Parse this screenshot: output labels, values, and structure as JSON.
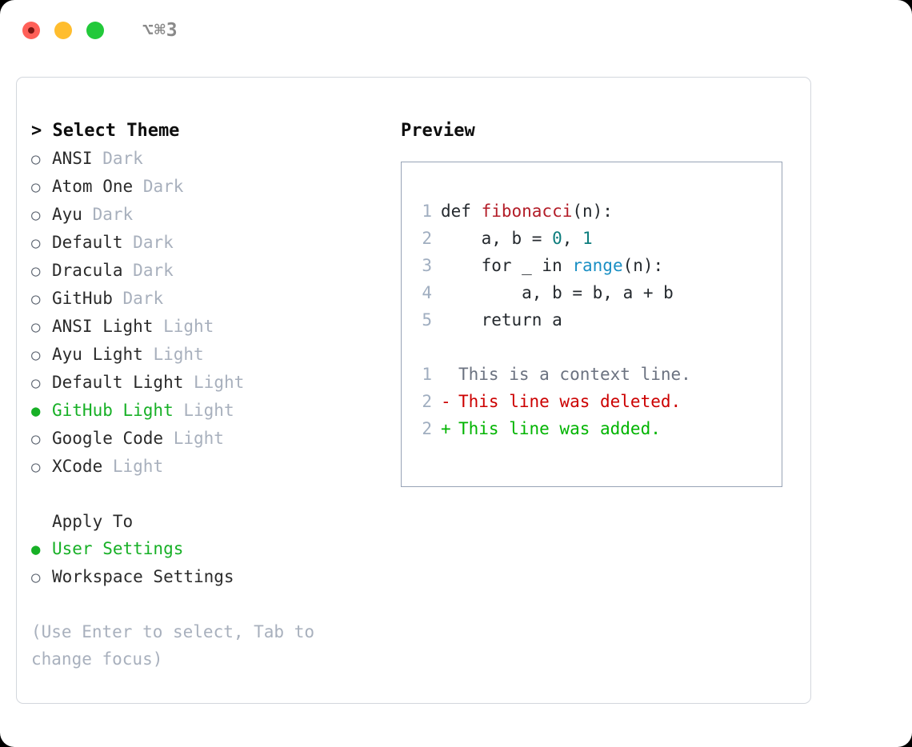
{
  "titlebar": {
    "shortcut": "⌥⌘3",
    "buttons": [
      "close",
      "minimize",
      "maximize"
    ]
  },
  "theme_picker": {
    "header": "> Select Theme",
    "items": [
      {
        "name": "ANSI",
        "variant": "Dark",
        "selected": false,
        "marker": "○"
      },
      {
        "name": "Atom One",
        "variant": "Dark",
        "selected": false,
        "marker": "○"
      },
      {
        "name": "Ayu",
        "variant": "Dark",
        "selected": false,
        "marker": "○"
      },
      {
        "name": "Default",
        "variant": "Dark",
        "selected": false,
        "marker": "○"
      },
      {
        "name": "Dracula",
        "variant": "Dark",
        "selected": false,
        "marker": "○"
      },
      {
        "name": "GitHub",
        "variant": "Dark",
        "selected": false,
        "marker": "○"
      },
      {
        "name": "ANSI Light",
        "variant": "Light",
        "selected": false,
        "marker": "○"
      },
      {
        "name": "Ayu Light",
        "variant": "Light",
        "selected": false,
        "marker": "○"
      },
      {
        "name": "Default Light",
        "variant": "Light",
        "selected": false,
        "marker": "○"
      },
      {
        "name": "GitHub Light",
        "variant": "Light",
        "selected": true,
        "marker": "●"
      },
      {
        "name": "Google Code",
        "variant": "Light",
        "selected": false,
        "marker": "○"
      },
      {
        "name": "XCode",
        "variant": "Light",
        "selected": false,
        "marker": "○"
      }
    ]
  },
  "apply_to": {
    "header": "Apply To",
    "items": [
      {
        "label": "User Settings",
        "selected": true,
        "marker": "●"
      },
      {
        "label": "Workspace Settings",
        "selected": false,
        "marker": "○"
      }
    ]
  },
  "hint": "(Use Enter to select, Tab to change focus)",
  "preview": {
    "title": "Preview",
    "code_lines": [
      {
        "number": "1",
        "tokens": [
          {
            "text": "def ",
            "kind": "plain"
          },
          {
            "text": "fibonacci",
            "kind": "fn"
          },
          {
            "text": "(n):",
            "kind": "plain"
          }
        ]
      },
      {
        "number": "2",
        "tokens": [
          {
            "text": "    a, b = ",
            "kind": "plain"
          },
          {
            "text": "0",
            "kind": "num"
          },
          {
            "text": ", ",
            "kind": "plain"
          },
          {
            "text": "1",
            "kind": "num"
          }
        ]
      },
      {
        "number": "3",
        "tokens": [
          {
            "text": "    for _ in ",
            "kind": "plain"
          },
          {
            "text": "range",
            "kind": "call"
          },
          {
            "text": "(n):",
            "kind": "plain"
          }
        ]
      },
      {
        "number": "4",
        "tokens": [
          {
            "text": "        a, b = b, a + b",
            "kind": "plain"
          }
        ]
      },
      {
        "number": "5",
        "tokens": [
          {
            "text": "    return a",
            "kind": "plain"
          }
        ]
      }
    ],
    "diff_lines": [
      {
        "number": "1",
        "mark": " ",
        "text": "This is a context line.",
        "kind": "context"
      },
      {
        "number": "2",
        "mark": "-",
        "text": "This line was deleted.",
        "kind": "del"
      },
      {
        "number": "2",
        "mark": "+",
        "text": "This line was added.",
        "kind": "add"
      }
    ]
  },
  "colors": {
    "selected_green": "#17b026",
    "muted": "#a8b0bd",
    "function_red": "#b31d28",
    "number_teal": "#0d7d7d",
    "call_blue": "#1a8fc4",
    "diff_del": "#cc0000",
    "diff_add": "#00b400",
    "border": "#97a3b6"
  }
}
